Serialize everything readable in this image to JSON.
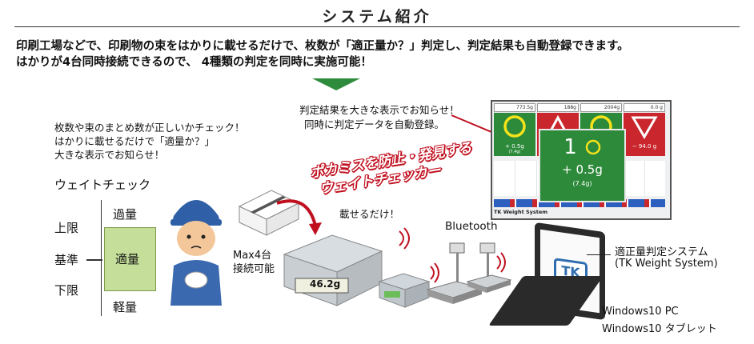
{
  "header": {
    "title": "システム紹介",
    "lead_line1": "印刷工場などで、印刷物の束をはかりに載せるだけで、枚数が「適正量か？」判定し、判定結果も自動登録できます。",
    "lead_line2": "はかりが4台同時接続できるので、 4種類の判定を同時に実施可能！"
  },
  "left_note": {
    "line1": "枚数や束のまとめ数が正しいかチェック！",
    "line2": "はかりに載せるだけで「適量か？」",
    "line3": "大きな表示でお知らせ！"
  },
  "weight_check": {
    "heading": "ウェイトチェック",
    "upper": "上限",
    "base": "基準",
    "lower": "下限",
    "over": "過量",
    "proper": "適量",
    "light": "軽量"
  },
  "scale": {
    "max_label": "Max4台",
    "max_label2": "接続可能",
    "display": "46.2g",
    "just_place": "載せるだけ！"
  },
  "promo": {
    "line1": "ポカミスを防止・発見する",
    "line2": "ウェイトチェッカー"
  },
  "result_note": {
    "line1": "判定結果を大きな表示でお知らせ！",
    "line2": "同時に判定データを自動登録。"
  },
  "screen": {
    "footer_title": "TK Weight System",
    "top_values": [
      "773.5g",
      "188g",
      "2004g",
      "0.0 g"
    ],
    "tile1_diff": "+ 0.5g",
    "tile1_sub": "(7.4g)",
    "tile4_diff": "− 94.0 g",
    "popup_count": "1",
    "popup_diff": "+ 0.5g",
    "popup_sub": "(7.4g)"
  },
  "bluetooth": {
    "label": "Bluetooth"
  },
  "system": {
    "name_line1": "適正量判定システム",
    "name_line2": "(TK Weight System)",
    "logo_text": "TK",
    "device_line1": "Windows10  PC",
    "device_line2": "Windows10 タブレット"
  },
  "colors": {
    "green": "#2c8a3a",
    "red": "#c9262d",
    "proper_fill": "#c5df9a",
    "promo_red": "#c01020"
  }
}
